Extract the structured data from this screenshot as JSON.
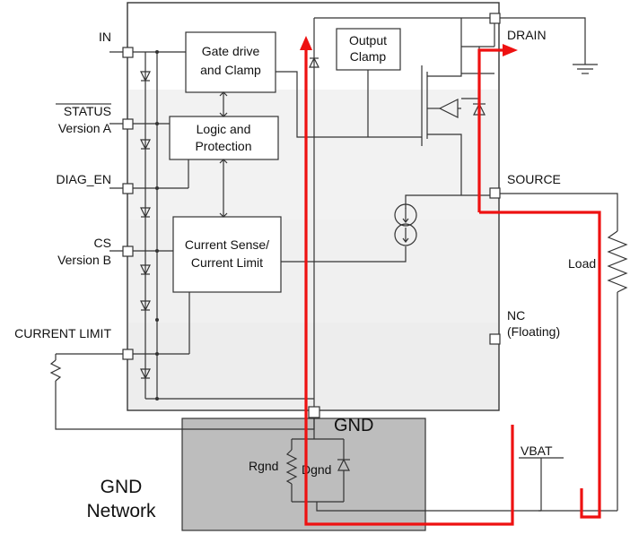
{
  "pins_left": {
    "in": "IN",
    "status": "STATUS",
    "status_version": "Version A",
    "diag_en": "DIAG_EN",
    "cs": "CS",
    "cs_version": "Version B",
    "current_limit": "CURRENT LIMIT"
  },
  "pins_right": {
    "drain": "DRAIN",
    "source": "SOURCE",
    "nc": "NC",
    "nc_note": "(Floating)"
  },
  "blocks": {
    "gate_drive_line1": "Gate drive",
    "gate_drive_line2": "and Clamp",
    "logic_line1": "Logic and",
    "logic_line2": "Protection",
    "output_clamp_line1": "Output",
    "output_clamp_line2": "Clamp",
    "current_sense_line1": "Current Sense/",
    "current_sense_line2": "Current Limit"
  },
  "gnd_pin": "GND",
  "gnd_network": {
    "title_line1": "GND",
    "title_line2": "Network",
    "rgnd": "Rgnd",
    "dgnd": "Dgnd"
  },
  "external": {
    "load": "Load",
    "vbat": "VBAT"
  },
  "colors": {
    "current_path": "#ee1111",
    "gnd_network_fill": "#bdbdbd",
    "chip_shade": "#f2f2f2"
  }
}
